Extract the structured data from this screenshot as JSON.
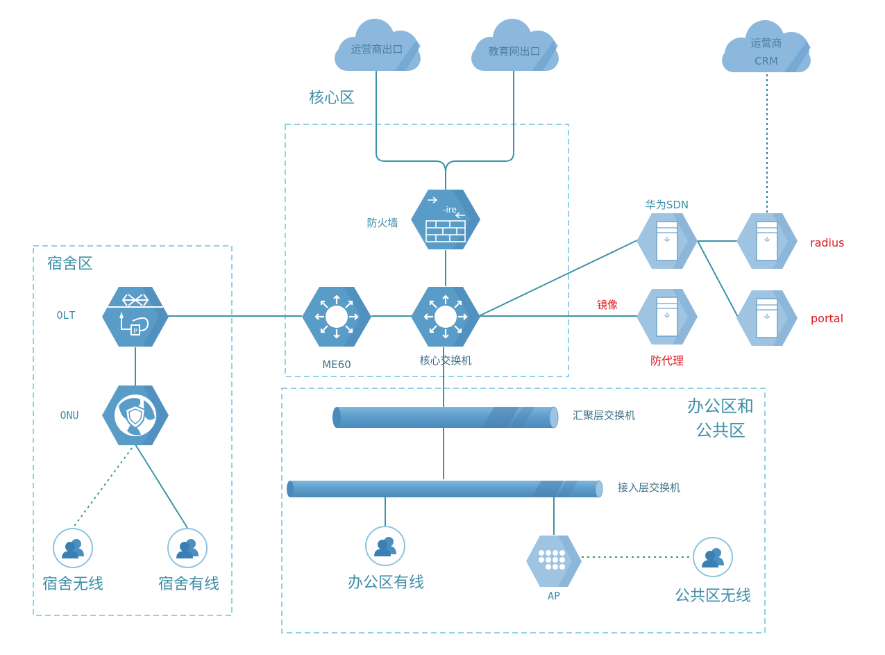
{
  "zones": {
    "core": "核心区",
    "dorm": "宿舍区",
    "office": "办公区和\n公共区"
  },
  "clouds": {
    "isp_exit": "运营商出口",
    "edu_exit": "教育网出口",
    "isp_crm_line1": "运营商",
    "isp_crm_line2": "CRM"
  },
  "devices": {
    "firewall": "防火墙",
    "me60": "ME60",
    "core_switch": "核心交换机",
    "huawei_sdn": "华为SDN",
    "radius": "radius",
    "portal": "portal",
    "mirror": "镜像",
    "anti_proxy": "防代理",
    "olt": "OLT",
    "onu": "ONU",
    "agg_switch": "汇聚层交换机",
    "access_switch": "接入层交换机",
    "ap": "AP"
  },
  "user_groups": {
    "dorm_wireless": "宿舍无线",
    "dorm_wired": "宿舍有线",
    "office_wired": "办公区有线",
    "public_wireless": "公共区无线"
  },
  "colors": {
    "hex_dark": "#5a9cc8",
    "hex_light": "#9ec4e2",
    "line": "#3b93a8",
    "dash_border": "#8fd2e6",
    "red_label": "#e0141e"
  }
}
